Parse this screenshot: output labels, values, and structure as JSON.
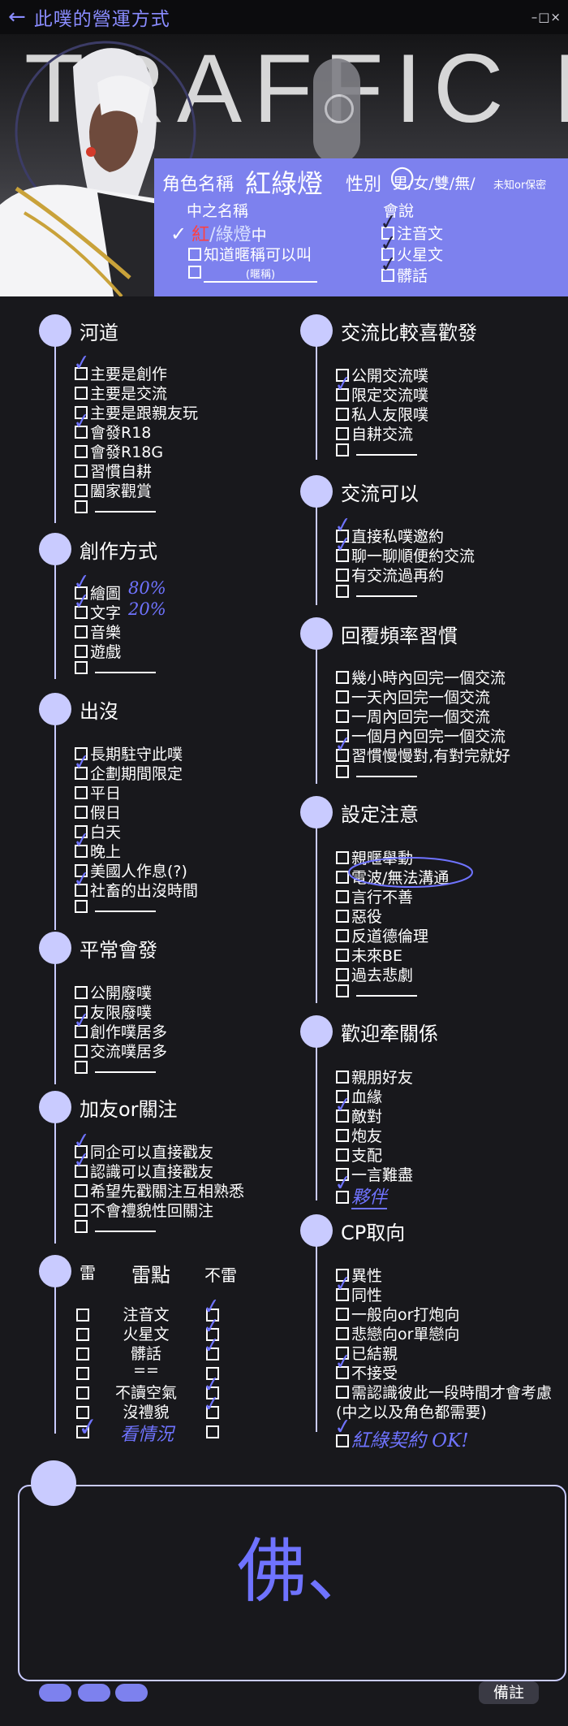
{
  "window": {
    "title": "此噗的營運方式",
    "controls": "–□×"
  },
  "hero": {
    "title": "TRAFFIC LIGHT"
  },
  "profile": {
    "char_name_label": "角色名稱",
    "char_name_value": "紅綠燈",
    "gender_label": "性別",
    "gender_options": "男/女/雙/無/",
    "gender_extra": "未知or保密",
    "alias_label": "中之名稱",
    "alias_opt1_red": "紅",
    "alias_opt1_mid": "/綠燈",
    "alias_opt1_tail": "中",
    "alias_opt2": "知道暱稱可以叫",
    "alias_opt3_hint": "(暱稱)",
    "lang_label": "會說",
    "lang_opts": [
      "注音文",
      "火星文",
      "髒話"
    ]
  },
  "sections": {
    "river": {
      "title": "河道",
      "items": [
        "主要是創作",
        "主要是交流",
        "主要是跟親友玩",
        "會發R18",
        "會發R18G",
        "習慣自耕",
        "闔家觀賞"
      ]
    },
    "create": {
      "title": "創作方式",
      "items": [
        "繪圖",
        "文字",
        "音樂",
        "遊戲"
      ],
      "notes": [
        "80%",
        "20%"
      ]
    },
    "appear": {
      "title": "出沒",
      "items": [
        "長期駐守此噗",
        "企劃期間限定",
        "平日",
        "假日",
        "白天",
        "晚上",
        "美國人作息(?)",
        "社畜的出沒時間"
      ]
    },
    "usual": {
      "title": "平常會發",
      "items": [
        "公開廢噗",
        "友限廢噗",
        "創作噗居多",
        "交流噗居多"
      ]
    },
    "friend": {
      "title": "加友or關注",
      "items": [
        "同企可以直接戳友",
        "認識可以直接戳友",
        "希望先戳關注互相熟悉",
        "不會禮貌性回關注"
      ]
    },
    "mine": {
      "title_left": "雷",
      "title_mid": "雷點",
      "title_right": "不雷",
      "rows": [
        "注音文",
        "火星文",
        "髒話",
        "==",
        "不讀空氣",
        "沒禮貌"
      ],
      "last_note": "看情況"
    },
    "prefer": {
      "title": "交流比較喜歡發",
      "items": [
        "公開交流噗",
        "限定交流噗",
        "私人友限噗",
        "自耕交流"
      ]
    },
    "can": {
      "title": "交流可以",
      "items": [
        "直接私噗邀約",
        "聊一聊順便約交流",
        "有交流過再約"
      ]
    },
    "reply": {
      "title": "回覆頻率習慣",
      "items": [
        "幾小時內回完一個交流",
        "一天內回完一個交流",
        "一周內回完一個交流",
        "一個月內回完一個交流",
        "習慣慢慢對,有對完就好"
      ]
    },
    "setting": {
      "title": "設定注意",
      "items": [
        "親暱舉動",
        "電波/無法溝通",
        "言行不善",
        "惡役",
        "反道德倫理",
        "未來BE",
        "過去悲劇"
      ]
    },
    "welcome": {
      "title": "歡迎牽關係",
      "items": [
        "親朋好友",
        "血緣",
        "敵對",
        "炮友",
        "支配",
        "一言難盡"
      ],
      "note": "夥伴"
    },
    "cp": {
      "title": "CP取向",
      "items": [
        "異性",
        "同性",
        "一般向or打炮向",
        "悲戀向or單戀向",
        "已結親",
        "不接受",
        "需認識彼此一段時間才會考慮",
        "(中之以及角色都需要)"
      ],
      "note": "紅綠契約 OK!"
    }
  },
  "memo": {
    "signature": "佛、"
  },
  "footer": {
    "remark_label": "備註"
  },
  "colors": {
    "accent": "#7d81ee",
    "dot": "#c9cbff",
    "check": "#6f73ff",
    "bg": "#18181c"
  }
}
